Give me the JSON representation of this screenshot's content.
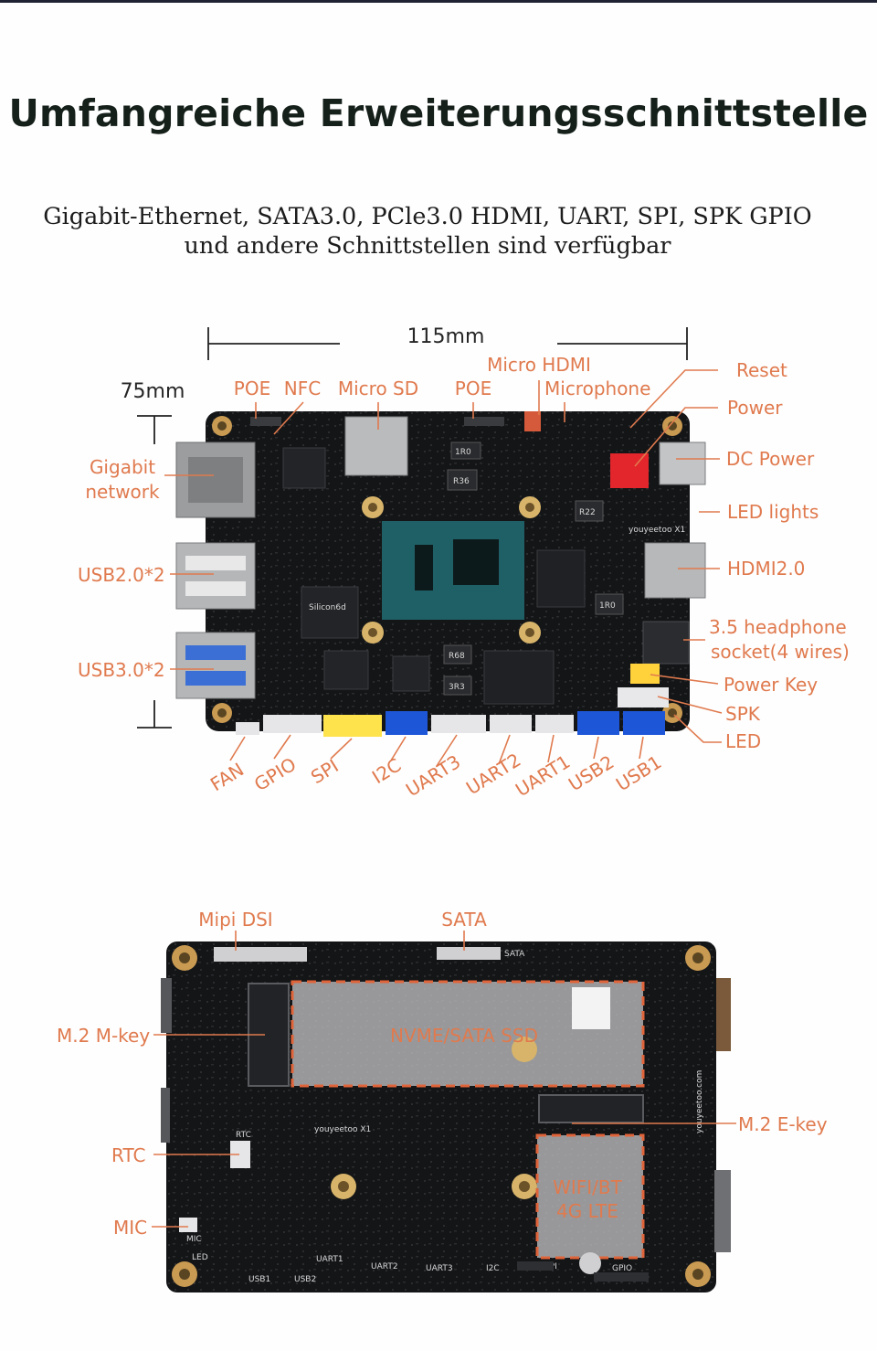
{
  "title": "Umfangreiche Erweiterungsschnittstelle",
  "subtitle": {
    "line1": "Gigabit-Ethernet, SATA3.0, PCle3.0 HDMI, UART, SPI, SPK GPIO",
    "line2": "und andere Schnittstellen sind verfügbar"
  },
  "front_board": {
    "dimensions": {
      "width": "115mm",
      "height": "75mm"
    },
    "labels": {
      "poe_top": "POE",
      "nfc": "NFC",
      "micro_sd": "Micro SD",
      "poe_mid": "POE",
      "micro_hdmi": "Micro HDMI",
      "microphone": "Microphone",
      "reset": "Reset",
      "power": "Power",
      "dc_power": "DC Power",
      "led_lights": "LED lights",
      "hdmi20": "HDMI2.0",
      "headphone_1": "3.5 headphone",
      "headphone_2": "socket(4 wires)",
      "power_key": "Power Key",
      "spk": "SPK",
      "led": "LED",
      "gigabit_1": "Gigabit",
      "gigabit_2": "network",
      "usb20": "USB2.0*2",
      "usb30": "USB3.0*2",
      "fan": "FAN",
      "gpio": "GPIO",
      "spi": "SPI",
      "i2c": "I2C",
      "uart3": "UART3",
      "uart2": "UART2",
      "uart1": "UART1",
      "usb2": "USB2",
      "usb1": "USB1"
    },
    "silkscreen": {
      "brand": "youyeetoo X1",
      "chip_mark": "Silicon6d",
      "r36": "R36",
      "r22": "R22",
      "r68": "R68",
      "r3r3": "3R3",
      "r1r0a": "1R0",
      "r1r0b": "1R0"
    }
  },
  "back_board": {
    "labels": {
      "mipi_dsi": "Mipi DSI",
      "sata": "SATA",
      "m2_mkey": "M.2 M-key",
      "nvme": "NVME/SATA SSD",
      "m2_ekey": "M.2 E-key",
      "rtc": "RTC",
      "wifi_1": "WIFI/BT",
      "wifi_2": "4G LTE",
      "mic": "MIC"
    },
    "silkscreen": {
      "brand": "youyeetoo X1",
      "website": "youyeetoo.com",
      "sata_mark": "SATA",
      "rtc_mark": "RTC",
      "uart1": "UART1",
      "uart2": "UART2",
      "uart3": "UART3",
      "i2c": "I2C",
      "spi": "SPI",
      "gpio": "GPIO",
      "led_mark": "LED",
      "mic_mark": "MIC",
      "usb1": "USB1",
      "usb2": "USB2"
    }
  },
  "colors": {
    "accent": "#e07a4e",
    "board": "#17181a",
    "title": "#15201a"
  }
}
